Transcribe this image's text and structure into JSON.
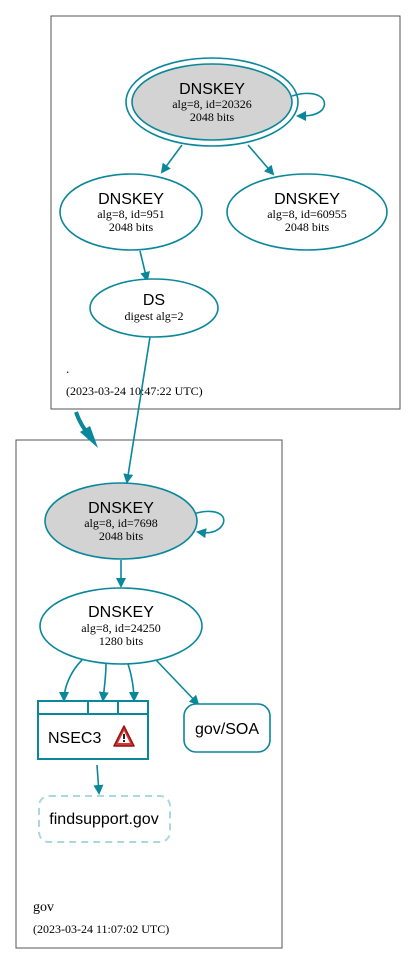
{
  "colors": {
    "edge": "#0a879a",
    "key_fill_trusted": "#d3d3d3",
    "zone_border": "#555555",
    "warning_fill": "#e03030",
    "nonexistent_border": "#aad8dd"
  },
  "zones": {
    "root": {
      "name": ".",
      "timestamp": "(2023-03-24 10:47:22 UTC)",
      "ksk": {
        "title": "DNSKEY",
        "alg": "alg=8, id=20326",
        "bits": "2048 bits"
      },
      "zsk1": {
        "title": "DNSKEY",
        "alg": "alg=8, id=951",
        "bits": "2048 bits"
      },
      "zsk2": {
        "title": "DNSKEY",
        "alg": "alg=8, id=60955",
        "bits": "2048 bits"
      },
      "ds": {
        "title": "DS",
        "detail": "digest alg=2"
      }
    },
    "gov": {
      "name": "gov",
      "timestamp": "(2023-03-24 11:07:02 UTC)",
      "ksk": {
        "title": "DNSKEY",
        "alg": "alg=8, id=7698",
        "bits": "2048 bits"
      },
      "zsk": {
        "title": "DNSKEY",
        "alg": "alg=8, id=24250",
        "bits": "1280 bits"
      },
      "nsec3": {
        "label": "NSEC3",
        "warning_icon": "warning-triangle-icon"
      },
      "soa": {
        "label": "gov/SOA"
      },
      "query": {
        "label": "findsupport.gov"
      }
    }
  }
}
